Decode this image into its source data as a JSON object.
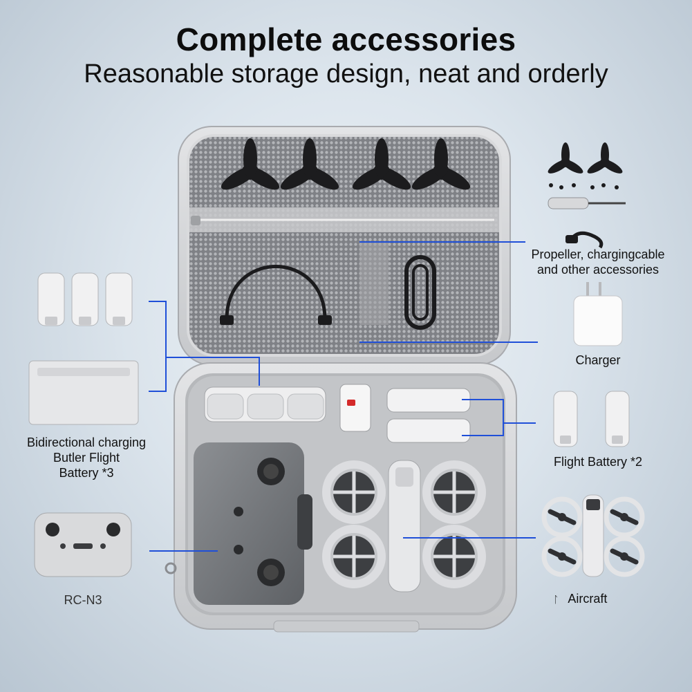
{
  "header": {
    "title": "Complete accessories",
    "subtitle": "Reasonable storage design, neat and orderly"
  },
  "labels": {
    "accessories_line1": "Propeller, chargingcable",
    "accessories_line2": "and other accessories",
    "charger": "Charger",
    "flight_battery": "Flight Battery *2",
    "aircraft_mark": "ᛚ",
    "aircraft": "Aircraft",
    "butler_line1": "Bidirectional charging",
    "butler_line2": "Butler Flight",
    "butler_line3": "Battery *3",
    "rc": "RC-N3"
  },
  "colors": {
    "callout_line": "#1f4fd8",
    "case_shell": "#cfd1d4",
    "mesh": "#8e9095"
  }
}
